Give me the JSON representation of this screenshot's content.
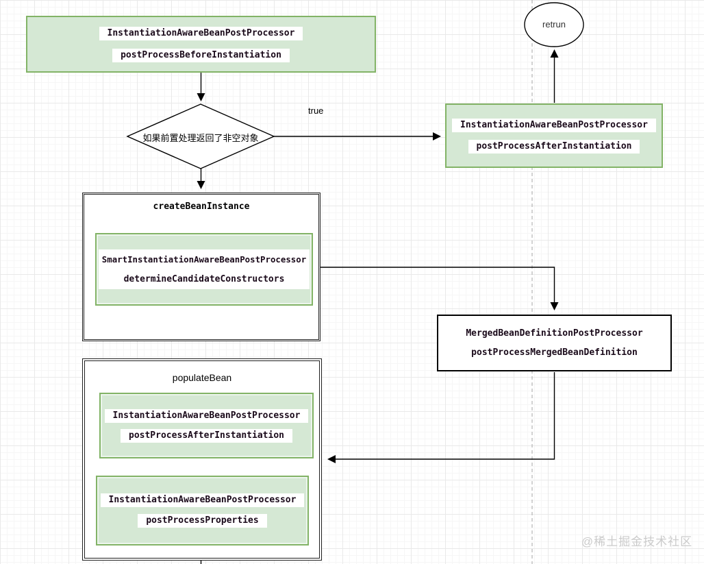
{
  "colors": {
    "node_fill": "#d5e8d4",
    "node_border": "#82b366",
    "connector": "#000000",
    "dashed_line": "#b3b3b3",
    "mono_text": "#1a0a1a",
    "watermark_text": "#cbcbcb"
  },
  "nodes": {
    "before_instantiation": {
      "interface": "InstantiationAwareBeanPostProcessor",
      "method": "postProcessBeforeInstantiation"
    },
    "decision": {
      "label": "如果前置处理返回了非空对象"
    },
    "edge_true": {
      "label": "true"
    },
    "return_node": {
      "label": "retrun"
    },
    "after_instantiation": {
      "interface": "InstantiationAwareBeanPostProcessor",
      "method": "postProcessAfterInstantiation"
    },
    "create_bean_instance": {
      "title": "createBeanInstance",
      "processor": {
        "interface": "SmartInstantiationAwareBeanPostProcessor",
        "method": "determineCandidateConstructors"
      }
    },
    "merged_bean_definition": {
      "interface": "MergedBeanDefinitionPostProcessor",
      "method": "postProcessMergedBeanDefinition"
    },
    "populate_bean": {
      "title": "populateBean",
      "processor1": {
        "interface": "InstantiationAwareBeanPostProcessor",
        "method": "postProcessAfterInstantiation"
      },
      "processor2": {
        "interface": "InstantiationAwareBeanPostProcessor",
        "method": "postProcessProperties"
      }
    }
  },
  "watermark": "@稀土掘金技术社区"
}
